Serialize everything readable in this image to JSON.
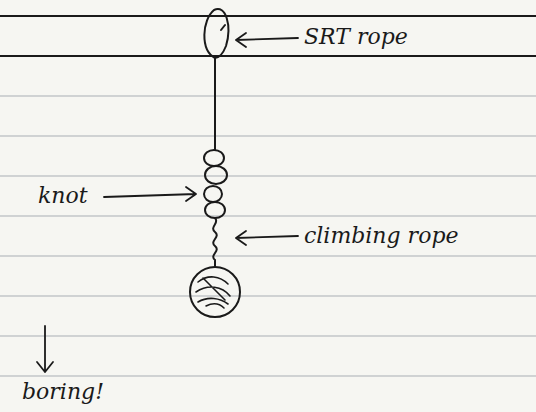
{
  "diagram": {
    "labels": [
      "SRT rope",
      "knot",
      "climbing rope",
      "boring!"
    ]
  }
}
